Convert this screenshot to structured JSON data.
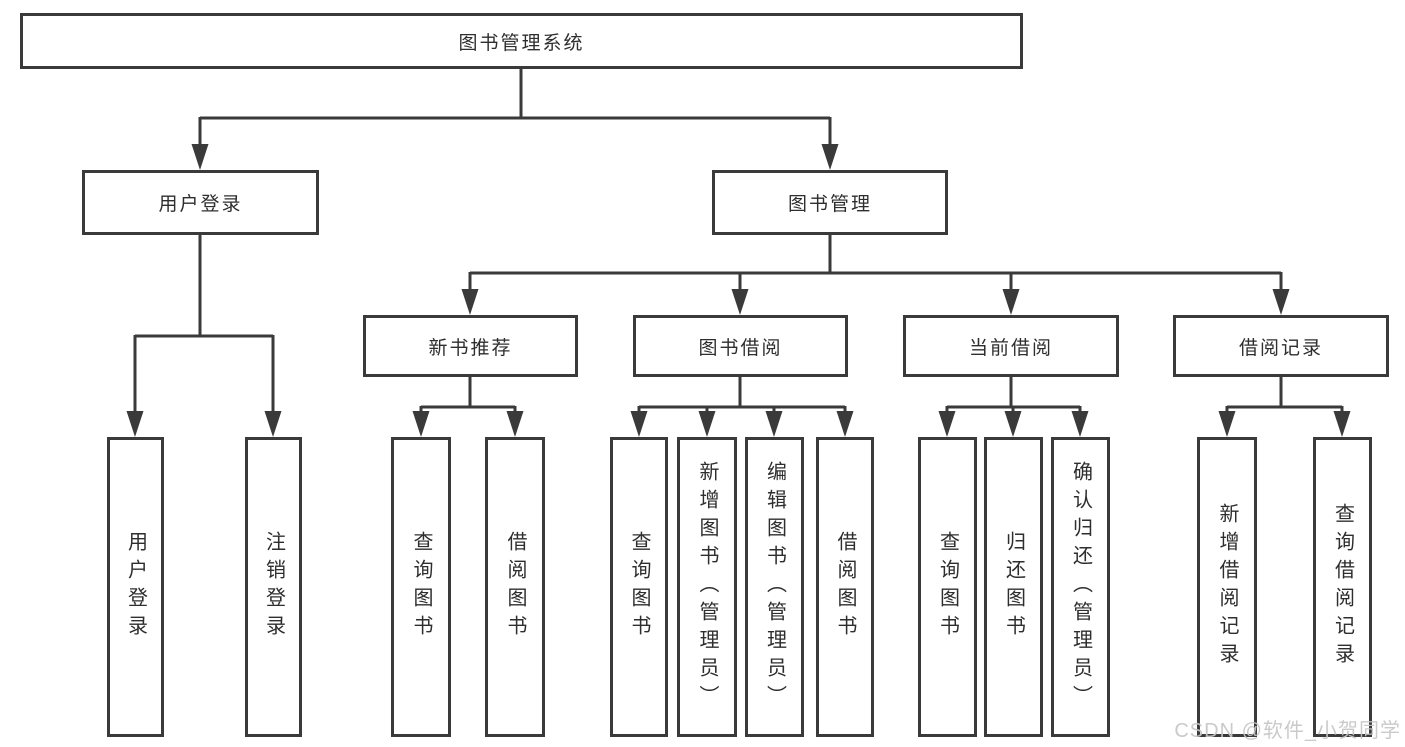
{
  "tree": {
    "root": {
      "label": "图书管理系统"
    },
    "branches": [
      {
        "label": "用户登录",
        "children": [
          {
            "label": "用户登录"
          },
          {
            "label": "注销登录"
          }
        ]
      },
      {
        "label": "图书管理",
        "children": [
          {
            "label": "新书推荐",
            "children": [
              {
                "label": "查询图书"
              },
              {
                "label": "借阅图书"
              }
            ]
          },
          {
            "label": "图书借阅",
            "children": [
              {
                "label": "查询图书"
              },
              {
                "label": "新增图书（管理员）"
              },
              {
                "label": "编辑图书（管理员）"
              },
              {
                "label": "借阅图书"
              }
            ]
          },
          {
            "label": "当前借阅",
            "children": [
              {
                "label": "查询图书"
              },
              {
                "label": "归还图书"
              },
              {
                "label": "确认归还（管理员）"
              }
            ]
          },
          {
            "label": "借阅记录",
            "children": [
              {
                "label": "新增借阅记录"
              },
              {
                "label": "查询借阅记录"
              }
            ]
          }
        ]
      }
    ]
  },
  "watermark": {
    "text": "CSDN @软件_小贺同学"
  },
  "colors": {
    "line": "#3a3a3a",
    "text": "#2e2e2e",
    "watermark": "#c6c6c6",
    "background": "#ffffff"
  }
}
